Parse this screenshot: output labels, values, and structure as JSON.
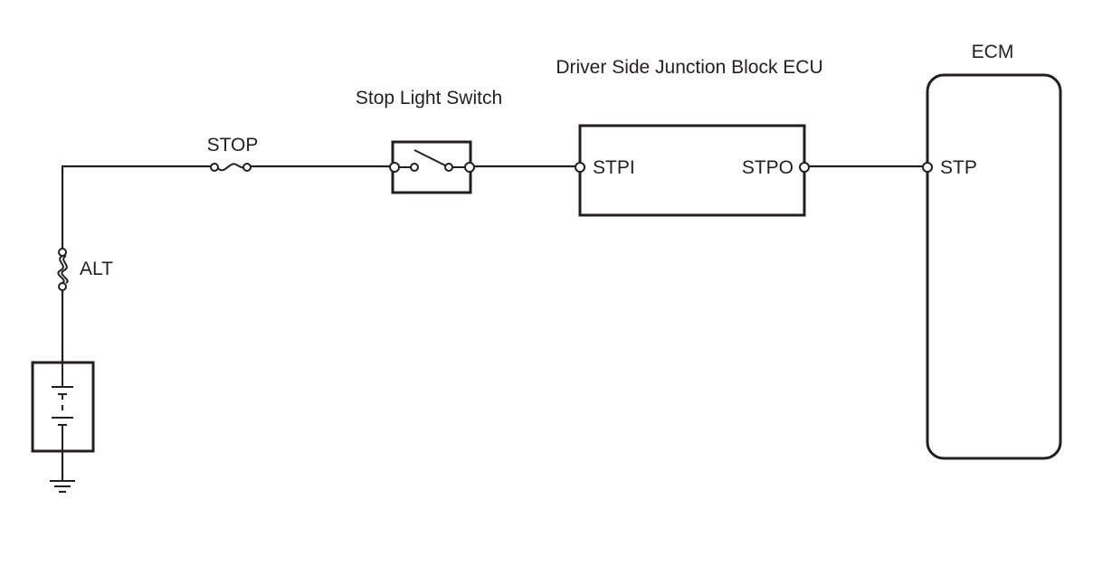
{
  "labels": {
    "ecm": "ECM",
    "jb_ecu": "Driver Side Junction Block ECU",
    "stop_light_switch": "Stop Light Switch",
    "stop_fuse": "STOP",
    "alt_fuse": "ALT",
    "stpi": "STPI",
    "stpo": "STPO",
    "stp": "STP"
  },
  "colors": {
    "line": "#231f20",
    "background": "#ffffff"
  },
  "icons": {
    "battery": "battery-icon",
    "ground": "ground-icon",
    "switch": "open-switch-icon",
    "fuse": "fuse-icon",
    "fusible_link": "fusible-link-icon"
  }
}
